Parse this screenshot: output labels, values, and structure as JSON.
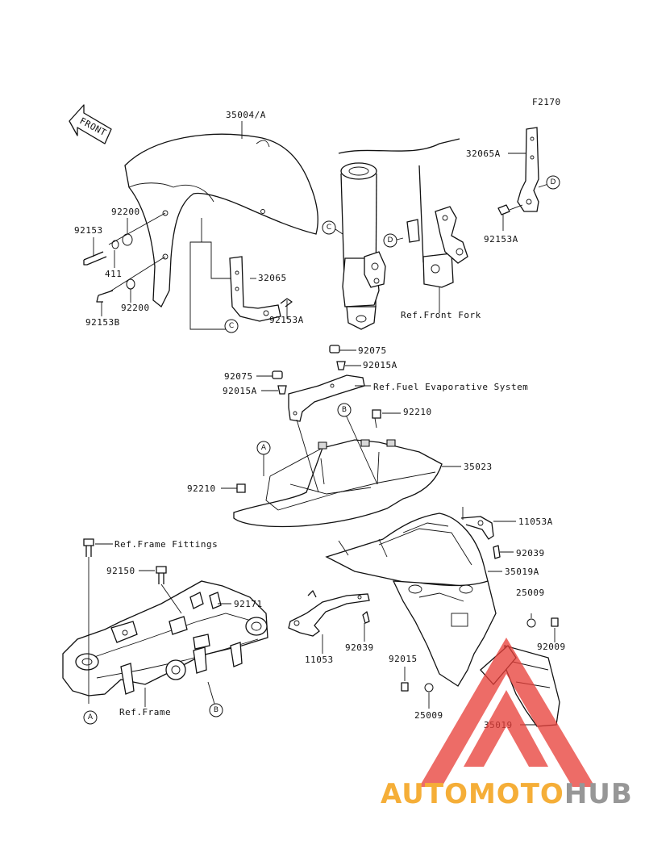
{
  "figure_code": "F2170",
  "front_label": "FRONT",
  "part_labels": [
    {
      "id": "fender-front",
      "text": "35004/A"
    },
    {
      "id": "bracket-d",
      "text": "32065A"
    },
    {
      "id": "bolt-92153",
      "text": "92153"
    },
    {
      "id": "collar-92200-top",
      "text": "92200"
    },
    {
      "id": "washer-411",
      "text": "411"
    },
    {
      "id": "collar-92200-bottom",
      "text": "92200"
    },
    {
      "id": "bolt-92153b",
      "text": "92153B"
    },
    {
      "id": "bracket-c",
      "text": "32065"
    },
    {
      "id": "bolt-92153a-left",
      "text": "92153A"
    },
    {
      "id": "bolt-92153a-right",
      "text": "92153A"
    },
    {
      "id": "ref-front-fork",
      "text": "Ref.Front Fork"
    },
    {
      "id": "cap-92075-top",
      "text": "92075"
    },
    {
      "id": "clip-92015a-top",
      "text": "92015A"
    },
    {
      "id": "cap-92075-left",
      "text": "92075"
    },
    {
      "id": "clip-92015a-left",
      "text": "92015A"
    },
    {
      "id": "ref-fuel-evap",
      "text": "Ref.Fuel Evaporative System"
    },
    {
      "id": "nut-92210-right",
      "text": "92210"
    },
    {
      "id": "fender-rear-35023",
      "text": "35023"
    },
    {
      "id": "nut-92210-left",
      "text": "92210"
    },
    {
      "id": "bracket-11053a",
      "text": "11053A"
    },
    {
      "id": "ref-frame-fittings",
      "text": "Ref.Frame Fittings"
    },
    {
      "id": "bolt-92039-right",
      "text": "92039"
    },
    {
      "id": "bolt-92150",
      "text": "92150"
    },
    {
      "id": "fender-35019a",
      "text": "35019A"
    },
    {
      "id": "clip-92171",
      "text": "92171"
    },
    {
      "id": "grommet-25009-top",
      "text": "25009"
    },
    {
      "id": "bolt-92009",
      "text": "92009"
    },
    {
      "id": "bracket-11053",
      "text": "11053"
    },
    {
      "id": "bolt-92039-left",
      "text": "92039"
    },
    {
      "id": "clip-92015",
      "text": "92015"
    },
    {
      "id": "ref-frame",
      "text": "Ref.Frame"
    },
    {
      "id": "grommet-25009-bottom",
      "text": "25009"
    },
    {
      "id": "flap-35019",
      "text": "35019"
    }
  ],
  "callouts": [
    "A",
    "B",
    "C",
    "D",
    "A",
    "B",
    "C",
    "D"
  ],
  "watermark": {
    "brand_part1": "AUTOMOTO",
    "brand_part2": "HUB",
    "color_orange": "#f5a623",
    "color_red": "#e8403a",
    "color_gray": "#8c8c8c"
  }
}
